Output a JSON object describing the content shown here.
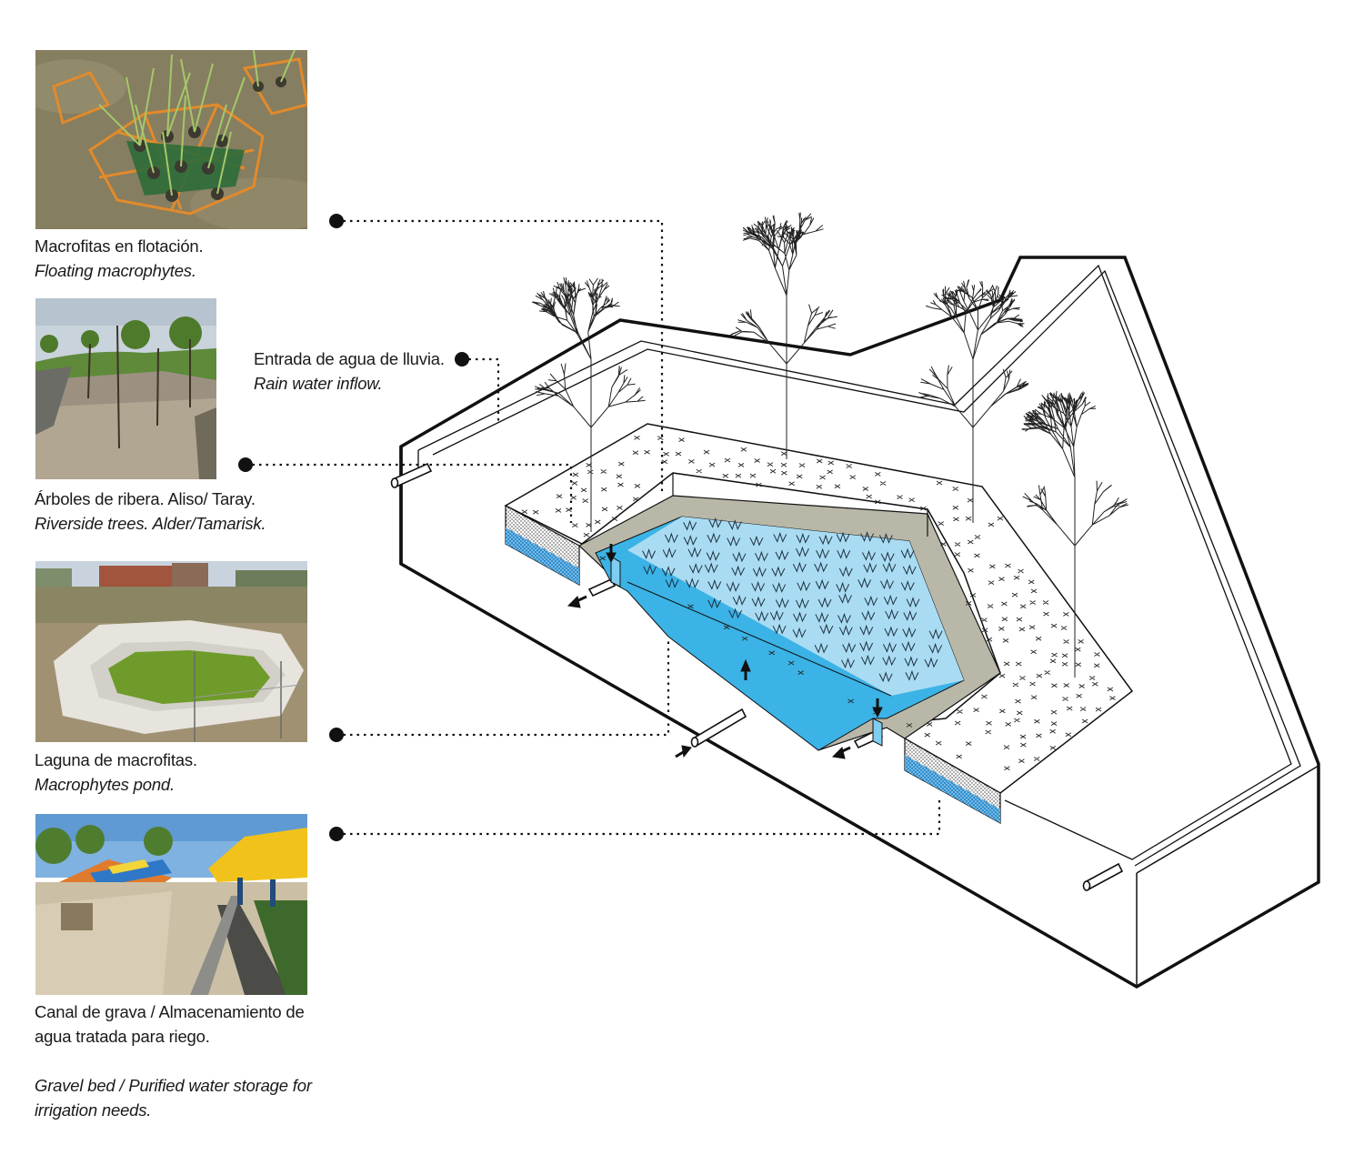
{
  "labels": {
    "floating_macrophytes": {
      "es": "Macrofitas en flotación.",
      "en": "Floating macrophytes."
    },
    "riverside_trees": {
      "es": "Árboles de ribera. Aliso/ Taray.",
      "en": "Riverside trees. Alder/Tamarisk."
    },
    "macrophytes_pond": {
      "es": "Laguna de macrofitas.",
      "en": "Macrophytes pond."
    },
    "gravel_bed": {
      "es_line1": "Canal de grava / Almacenamiento de",
      "es_line2": "agua tratada para riego.",
      "en_line1": "Gravel bed / Purified water storage for",
      "en_line2": "irrigation needs."
    },
    "rain_inflow": {
      "es": "Entrada de agua de lluvia.",
      "en": "Rain water inflow."
    }
  },
  "photos": [
    {
      "name": "floating-macrophytes-photo",
      "subject": "floating reed mats on water"
    },
    {
      "name": "riverside-trees-photo",
      "subject": "young trees on gravel slope"
    },
    {
      "name": "macrophytes-pond-photo",
      "subject": "lined pond under construction"
    },
    {
      "name": "gravel-bed-photo",
      "subject": "gravel channel with playground"
    }
  ],
  "colors": {
    "water_dark": "#3bb3e6",
    "water_light": "#a9dcf3",
    "liner": "#b9b8a8",
    "outline": "#111111"
  }
}
